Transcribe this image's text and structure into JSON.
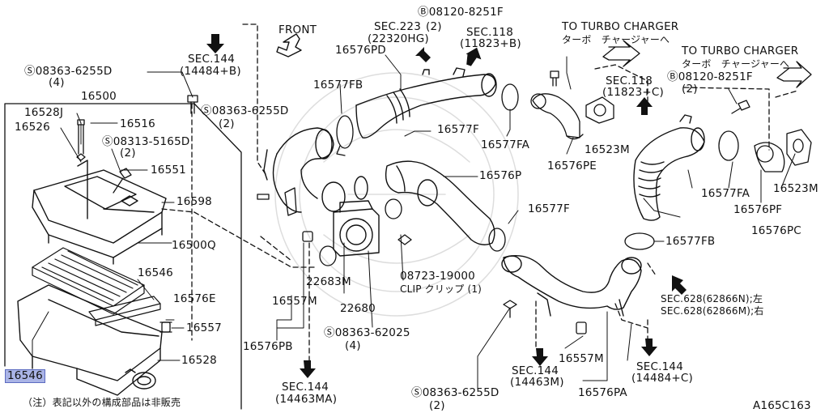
{
  "diagram_code": "A165C163",
  "front_label": "FRONT",
  "note": "（注）表記以外の構成部品は非販売",
  "highlight_color": "#aab4e6",
  "turbo": [
    {
      "en": "TO TURBO CHARGER",
      "jp": "ターボ　チャージャーへ"
    },
    {
      "en": "TO TURBO CHARGER",
      "jp": "ターボ　チャージャーへ"
    }
  ],
  "callouts": [
    {
      "id": "c01",
      "text": "SEC.144"
    },
    {
      "id": "c02",
      "text": "(14484+B)"
    },
    {
      "id": "c03",
      "text": "SEC.223"
    },
    {
      "id": "c04",
      "text": "(2)"
    },
    {
      "id": "c05",
      "text": "(22320HG)"
    },
    {
      "id": "c06",
      "text": "SEC.118"
    },
    {
      "id": "c07",
      "text": "(11823+B)"
    },
    {
      "id": "c08",
      "text": "08120-8251F"
    },
    {
      "id": "c09",
      "text": "16576PD"
    },
    {
      "id": "c10",
      "text": "08363-6255D"
    },
    {
      "id": "c11",
      "text": "(4)"
    },
    {
      "id": "c12",
      "text": "16500"
    },
    {
      "id": "c13",
      "text": "16577FB"
    },
    {
      "id": "c14",
      "text": "08363-6255D"
    },
    {
      "id": "c15",
      "text": "(2)"
    },
    {
      "id": "c16",
      "text": "16528J"
    },
    {
      "id": "c17",
      "text": "16526"
    },
    {
      "id": "c18",
      "text": "16516"
    },
    {
      "id": "c19",
      "text": "08313-5165D"
    },
    {
      "id": "c20",
      "text": "(2)"
    },
    {
      "id": "c21",
      "text": "16551"
    },
    {
      "id": "c22",
      "text": "16598"
    },
    {
      "id": "c23",
      "text": "16500Q"
    },
    {
      "id": "c24",
      "text": "16546"
    },
    {
      "id": "c25",
      "text": "16576E"
    },
    {
      "id": "c26",
      "text": "16557"
    },
    {
      "id": "c27",
      "text": "16528"
    },
    {
      "id": "c28",
      "text": "16546"
    },
    {
      "id": "c29",
      "text": "16577F"
    },
    {
      "id": "c30",
      "text": "16577FA"
    },
    {
      "id": "c31",
      "text": "16576PE"
    },
    {
      "id": "c32",
      "text": "16576P"
    },
    {
      "id": "c33",
      "text": "SEC.118"
    },
    {
      "id": "c34",
      "text": "(11823+C)"
    },
    {
      "id": "c35",
      "text": "08120-8251F"
    },
    {
      "id": "c36",
      "text": "(2)"
    },
    {
      "id": "c37",
      "text": "16523M"
    },
    {
      "id": "c38",
      "text": "16577FA"
    },
    {
      "id": "c39",
      "text": "16523M"
    },
    {
      "id": "c40",
      "text": "16576PF"
    },
    {
      "id": "c41",
      "text": "16577F"
    },
    {
      "id": "c42",
      "text": "16577FB"
    },
    {
      "id": "c43",
      "text": "16576PC"
    },
    {
      "id": "c44",
      "text": "22683M"
    },
    {
      "id": "c45",
      "text": "16557M"
    },
    {
      "id": "c46",
      "text": "22680"
    },
    {
      "id": "c47",
      "text": "08723-19000"
    },
    {
      "id": "c48",
      "text": "CLIP クリップ (1)"
    },
    {
      "id": "c49",
      "text": "08363-62025"
    },
    {
      "id": "c50",
      "text": "(4)"
    },
    {
      "id": "c51",
      "text": "16576PB"
    },
    {
      "id": "c52",
      "text": "SEC.628(62866N);左"
    },
    {
      "id": "c53",
      "text": "SEC.628(62866M);右"
    },
    {
      "id": "c54",
      "text": "SEC.144"
    },
    {
      "id": "c55",
      "text": "(14463M)"
    },
    {
      "id": "c56",
      "text": "16557M"
    },
    {
      "id": "c57",
      "text": "SEC.144"
    },
    {
      "id": "c58",
      "text": "(14484+C)"
    },
    {
      "id": "c59",
      "text": "SEC.144"
    },
    {
      "id": "c60",
      "text": "(14463MA)"
    },
    {
      "id": "c61",
      "text": "08363-6255D"
    },
    {
      "id": "c62",
      "text": "(2)"
    },
    {
      "id": "c63",
      "text": "16576PA"
    }
  ]
}
